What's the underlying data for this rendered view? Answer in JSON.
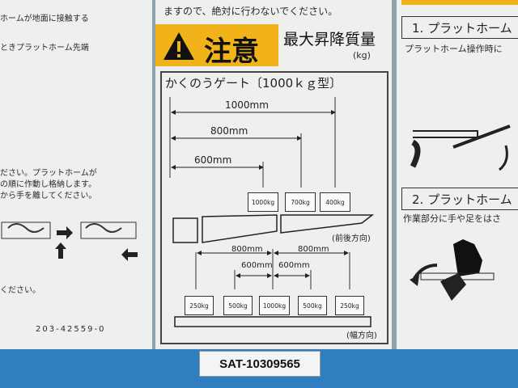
{
  "left_panel": {
    "lines": [
      "ホームが地面に接触する",
      "ときプラットホーム先端",
      "ださい。プラットホームが",
      "の順に作動し格納します。",
      "から手を離してください。",
      "ください。"
    ],
    "code": "203-42559-0"
  },
  "center_panel": {
    "top_text": "ますので、絶対に行わないでください。",
    "caution": "注意",
    "max_load_title": "最大昇降質量",
    "max_load_unit": "(kg)",
    "gate_type": "かくのうゲート〔1000ｋｇ型〕",
    "dims_fb": [
      "1000mm",
      "800mm",
      "600mm"
    ],
    "weights_fb": [
      "1000kg",
      "700kg",
      "400kg"
    ],
    "fb_label": "(前後方向)",
    "dims_w_outer": [
      "800mm",
      "800mm"
    ],
    "dims_w_inner": [
      "600mm",
      "600mm"
    ],
    "weights_w": [
      "250kg",
      "500kg",
      "1000kg",
      "500kg",
      "250kg"
    ],
    "w_label": "(幅方向)"
  },
  "right_panel": {
    "step1": "1. プラットホーム",
    "step1_desc": "プラットホーム操作時に",
    "step2": "2. プラットホーム",
    "step2_desc": "作業部分に手や足をはさ"
  },
  "stamp": "SAT-10309565"
}
